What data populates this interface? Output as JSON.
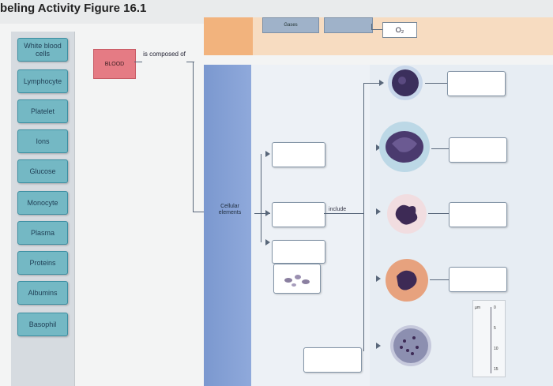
{
  "title": "beling Activity Figure 16.1",
  "labels": [
    "White blood cells",
    "Lymphocyte",
    "Platelet",
    "Ions",
    "Glucose",
    "Monocyte",
    "Plasma",
    "Proteins",
    "Albumins",
    "Basophil"
  ],
  "concept_map": {
    "blood": "BLOOD",
    "composed": "is composed of",
    "cellular": "Cellular elements",
    "include": "include",
    "top_tag_1": "Gases",
    "top_tag_2": "",
    "o2": "O₂"
  },
  "scale": {
    "unit": "µm",
    "ticks": [
      "0",
      "5",
      "10",
      "15"
    ]
  },
  "colors": {
    "label_fill": "#74b8c4",
    "blood_fill": "#e57b84",
    "column_blue": "#7b98cf"
  }
}
